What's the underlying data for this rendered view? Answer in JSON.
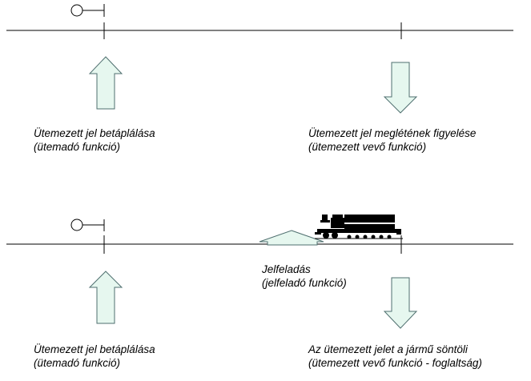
{
  "colors": {
    "line": "#000000",
    "arrow_fill": "#e6f7ef",
    "arrow_stroke": "#4f6f6f",
    "train": "#000000",
    "background": "#ffffff"
  },
  "icons": [
    "signal-icon",
    "up-arrow-icon",
    "down-arrow-icon",
    "train-icon"
  ],
  "top": {
    "feed_title": "Ütemezett jel betáplálása",
    "feed_sub": "(ütemadó funkció)",
    "monitor_title": "Ütemezett jel meglétének figyelése",
    "monitor_sub": "(ütemezett vevő funkció)"
  },
  "bottom": {
    "feed_title": "Ütemezett jel betáplálása",
    "feed_sub": "(ütemadó funkció)",
    "signal_title": "Jelfeladás",
    "signal_sub": "(jelfeladó funkció)",
    "shunt_title": "Az ütemezett jelet a jármű söntöli",
    "shunt_sub": "(ütemezett vevő funkció - foglaltság)"
  }
}
